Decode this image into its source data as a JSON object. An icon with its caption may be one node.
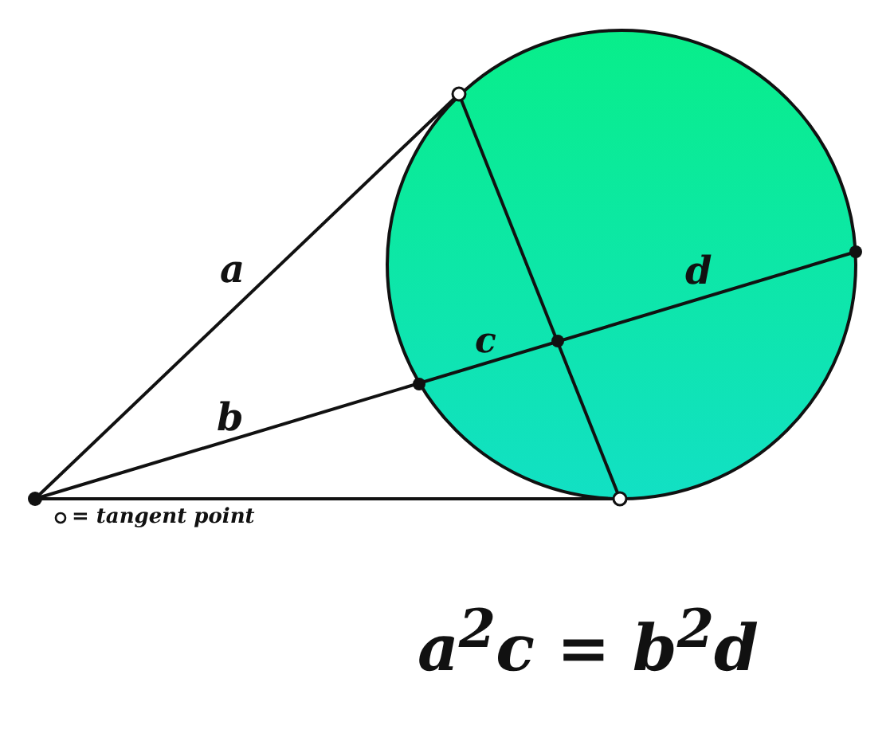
{
  "diagram": {
    "labels": [
      "a",
      "d",
      "c",
      "b",
      "a$^{2}$c = b$^{2}$d"
    ],
    "legend": [
      {
        "text": "= tangent point"
      }
    ]
  }
}
